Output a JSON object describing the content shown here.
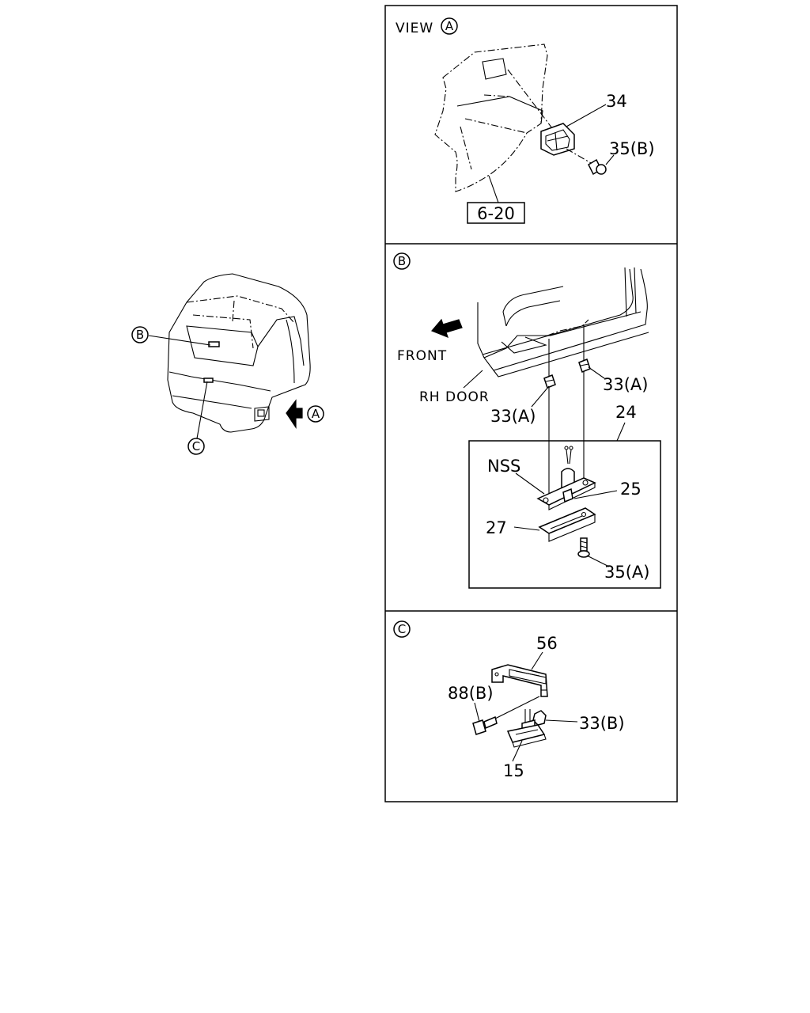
{
  "colors": {
    "ink": "#000000",
    "paper": "#ffffff"
  },
  "overview": {
    "callout_b": "B",
    "callout_c": "C",
    "view_a": "A"
  },
  "panel_view_a": {
    "title": "VIEW",
    "title_circle": "A",
    "parts": {
      "p34": "34",
      "p35b": "35(B)"
    },
    "ref_box": "6-20"
  },
  "panel_b": {
    "circle": "B",
    "labels": {
      "front": "FRONT",
      "rh_door": "RH DOOR",
      "p33a_right": "33(A)",
      "p33a_left": "33(A)",
      "p24": "24",
      "nss": "NSS",
      "p25": "25",
      "p27": "27",
      "p35a": "35(A)"
    }
  },
  "panel_c": {
    "circle": "C",
    "labels": {
      "p56": "56",
      "p88b": "88(B)",
      "p33b": "33(B)",
      "p15": "15"
    }
  }
}
